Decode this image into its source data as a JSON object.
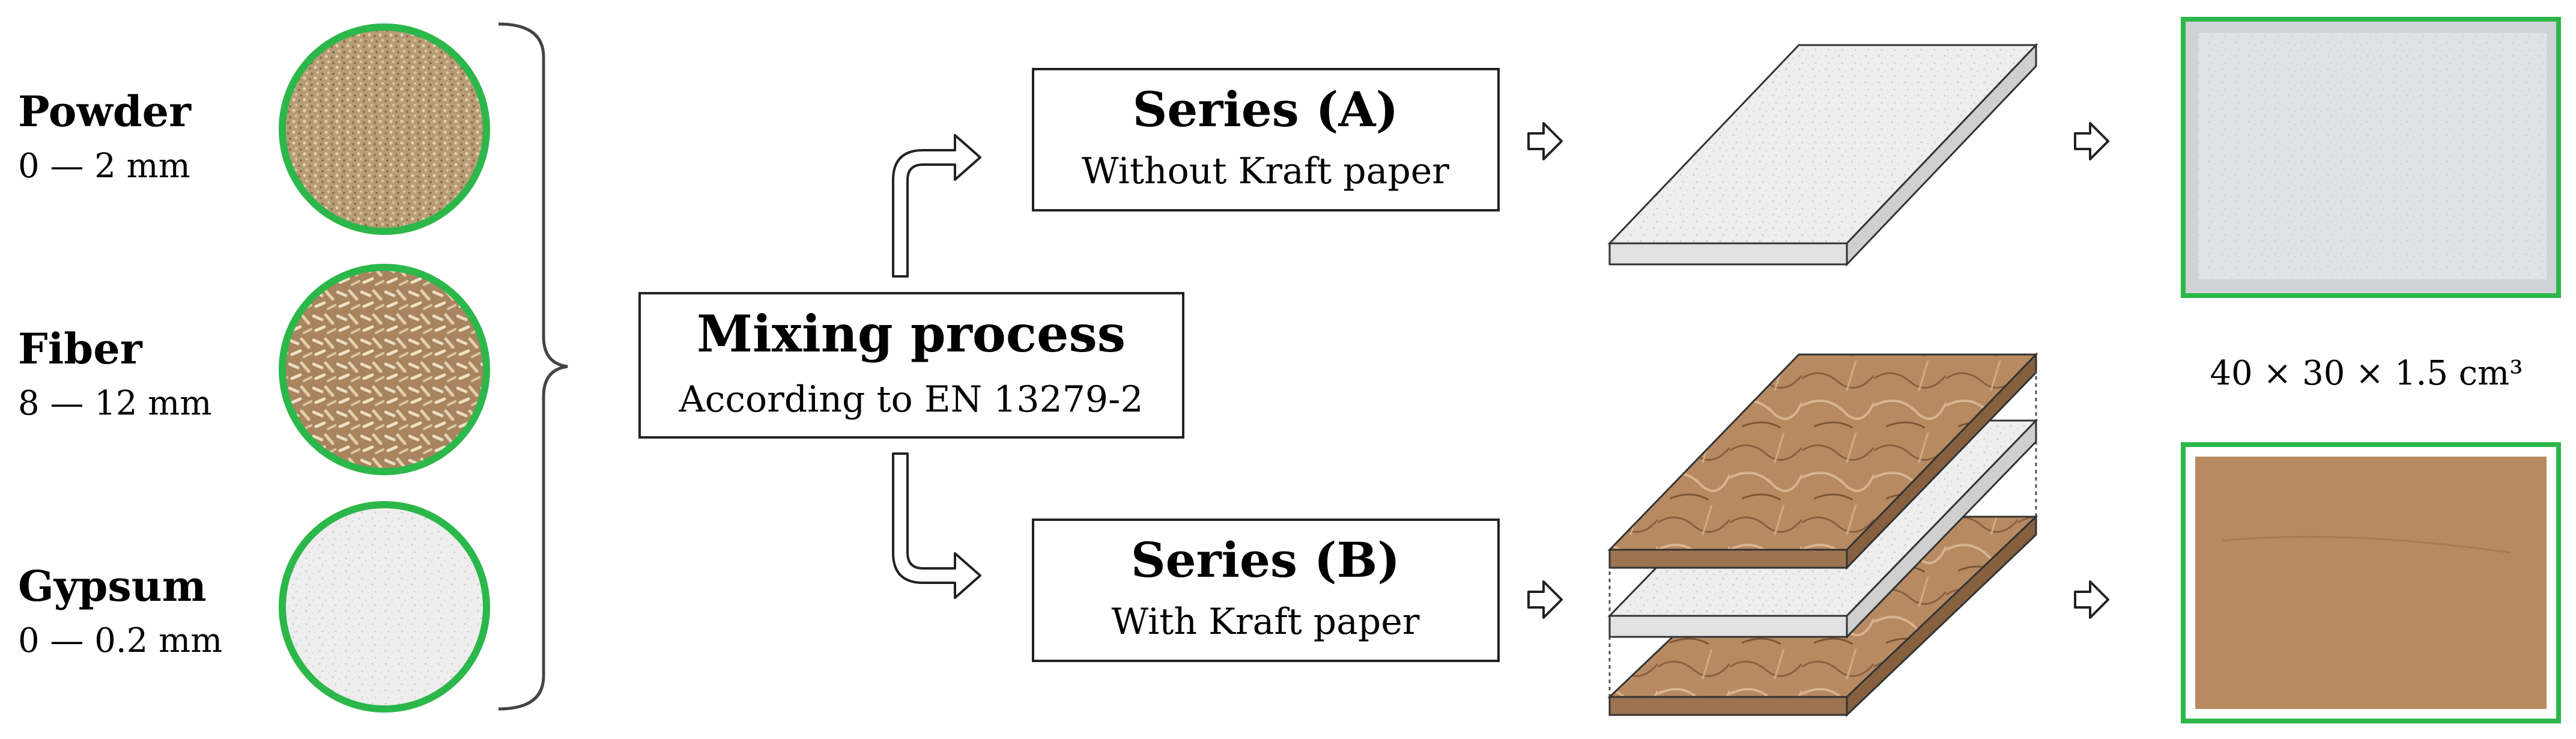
{
  "materials": [
    {
      "name": "Powder",
      "range": "0 — 2 mm"
    },
    {
      "name": "Fiber",
      "range": "8 — 12 mm"
    },
    {
      "name": "Gypsum",
      "range": "0 — 0.2 mm"
    }
  ],
  "mixing": {
    "title": "Mixing process",
    "subtitle": "According to EN 13279-2"
  },
  "series_a": {
    "title": "Series (A)",
    "subtitle": "Without Kraft paper"
  },
  "series_b": {
    "title": "Series (B)",
    "subtitle": "With Kraft paper"
  },
  "dimensions": "40 × 30 × 1.5 cm³",
  "colors": {
    "circle_border": "#2cb74a",
    "photo_border": "#2cb74a",
    "kraft": "#b88a62",
    "gypsum": "#ececec"
  }
}
